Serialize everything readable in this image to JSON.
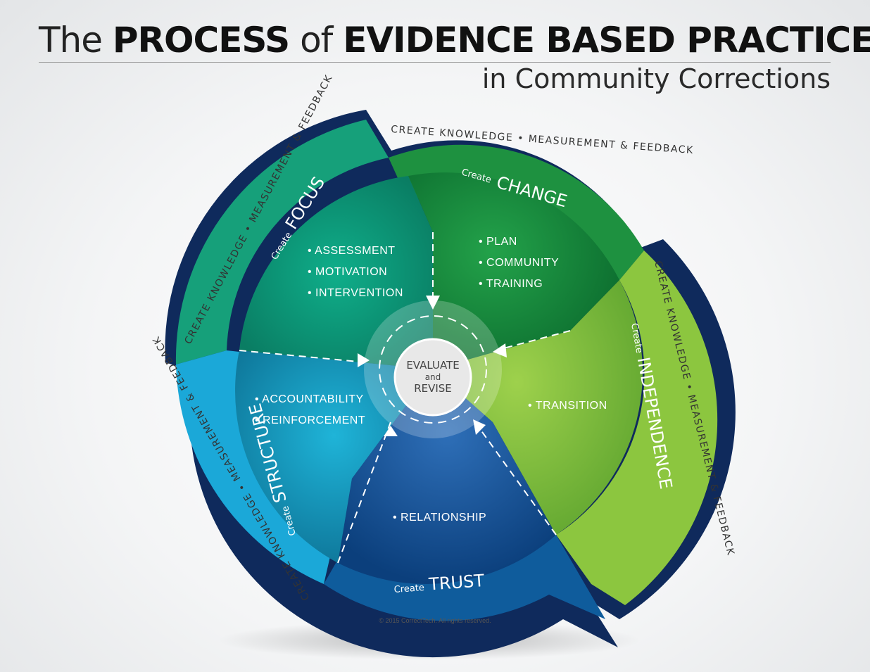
{
  "title": {
    "prefix": "The",
    "word1": "PROCESS",
    "joiner": "of",
    "word2": "EVIDENCE BASED PRACTICES",
    "subtitle": "in Community Corrections"
  },
  "ring_text": "CREATE KNOWLEDGE • MEASUREMENT & FEEDBACK",
  "center": {
    "line1": "EVALUATE",
    "line2": "and",
    "line3": "REVISE"
  },
  "segments": [
    {
      "id": "focus",
      "create": "Create",
      "name": "FOCUS",
      "color": "#13a177",
      "items": [
        "• ASSESSMENT",
        "• MOTIVATION",
        "• INTERVENTION"
      ]
    },
    {
      "id": "change",
      "create": "Create",
      "name": "CHANGE",
      "color": "#1d8e3b",
      "items": [
        "• PLAN",
        "• COMMUNITY",
        "• TRAINING"
      ]
    },
    {
      "id": "independence",
      "create": "Create",
      "name": "INDEPENDENCE",
      "color": "#8cc63f",
      "items": [
        "• TRANSITION"
      ]
    },
    {
      "id": "trust",
      "create": "Create",
      "name": "TRUST",
      "color": "#0f5c9c",
      "items": [
        "• RELATIONSHIP"
      ]
    },
    {
      "id": "structure",
      "create": "Create",
      "name": "STRUCTURE",
      "color": "#1ba8d8",
      "items": [
        "• ACCOUNTABILITY",
        "• REINFORCEMENT"
      ]
    }
  ],
  "copyright": "© 2015 CorrectTech. All rights reserved."
}
